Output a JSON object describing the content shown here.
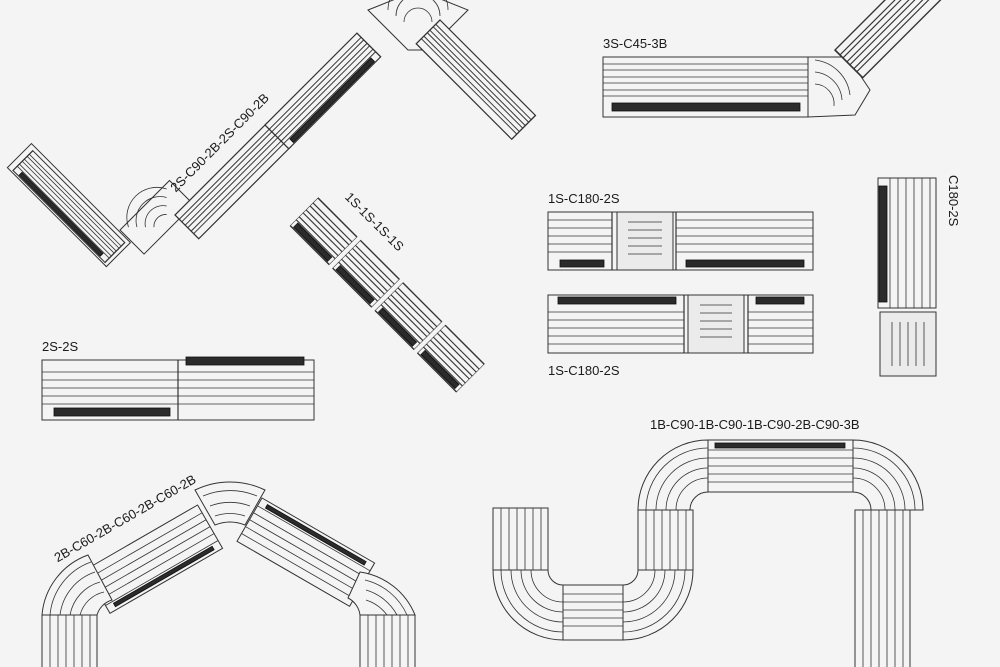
{
  "labels": {
    "l1": "2S-C90-2B-2S-C90-2B",
    "l2": "3S-C45-3B",
    "l3": "1S-1S-1S-1S",
    "l4": "1S-C180-2S",
    "l5": "1S-C180-2S",
    "l6": "C180-2S",
    "l7": "2S-2S",
    "l8": "1B-C90-1B-C90-1B-C90-2B-C90-3B",
    "l9": "2B-C60-2B-C60-2B-C60-2B"
  },
  "colors": {
    "background": "#f4f4f4",
    "line": "#333333",
    "slot": "#2b2b2b"
  }
}
